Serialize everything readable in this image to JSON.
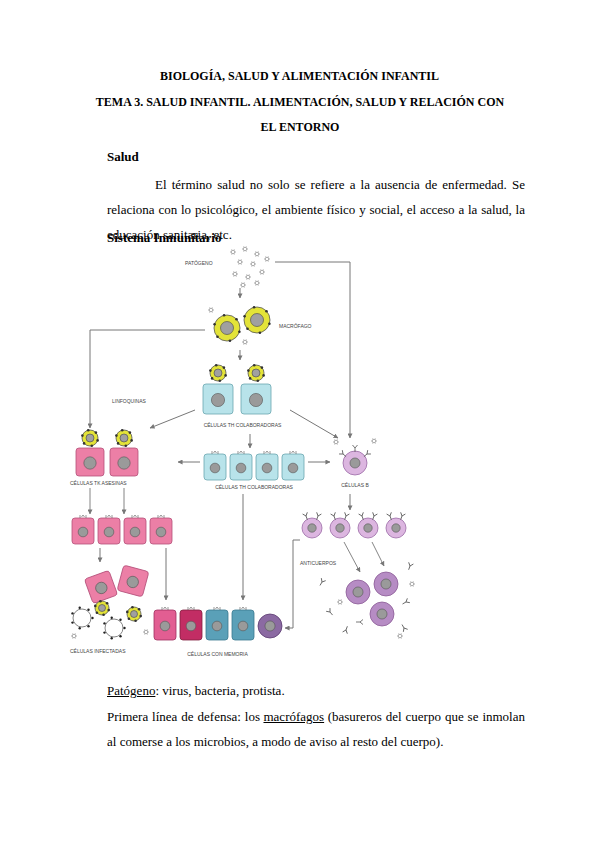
{
  "diagram": {
    "title": "BIOLOGÍA, SALUD Y ALIMENTACIÓN INFANTIL",
    "nodes": [
      {
        "text": [
          "PATÓGENO"
        ]
      },
      {
        "text": [
          "MACRÓFAGO"
        ]
      },
      {
        "text": [
          "CÉLULAS TH COLABORADORAS"
        ]
      },
      {
        "text": [
          "CÉLULAS TK ASESINAS"
        ]
      },
      {
        "text": [
          "CÉLULAS TH COLABORADORAS"
        ]
      },
      {
        "text": [
          "CÉLULAS B"
        ]
      },
      {
        "text": [
          "ANTICUERPOS"
        ]
      },
      {
        "text": [
          "CÉLULAS INFECTADAS"
        ]
      },
      {
        "text": [
          "CÉLULAS CON MEMORIA"
        ]
      }
    ],
    "edges": [
      {
        "from": 0,
        "to": 1,
        "arrow": "to"
      },
      {
        "from": 0,
        "to": 5,
        "arrow": "to"
      },
      {
        "from": 1,
        "to": 2,
        "arrow": "to"
      },
      {
        "from": 1,
        "to": 3,
        "arrow": "to"
      },
      {
        "from": 2,
        "to": 3,
        "label": "LINFOQUINAS",
        "arrow": "to"
      },
      {
        "from": 2,
        "to": 4,
        "arrow": "to"
      },
      {
        "from": 2,
        "to": 5,
        "arrow": "to"
      },
      {
        "from": 4,
        "to": 3,
        "arrow": "to"
      },
      {
        "from": 4,
        "to": 5,
        "arrow": "to"
      },
      {
        "from": 5,
        "to": 6,
        "arrow": "to"
      },
      {
        "from": 3,
        "to": 7,
        "arrow": "to"
      },
      {
        "from": 3,
        "to": 8,
        "arrow": "to"
      },
      {
        "from": 4,
        "to": 8,
        "arrow": "to"
      },
      {
        "from": 6,
        "to": 8,
        "arrow": "to"
      }
    ],
    "labels": [
      "TEMA 3. SALUD INFANTIL. ALIMENTACIÓN, SALUD Y RELACIÓN CON EL ENTORNO",
      "Salud",
      "El término salud no solo se refiere a la ausencia de enfermedad. Se relaciona con lo psicológico, el ambiente físico y social, el acceso a la salud, la educación sanitaria, etc.",
      "Sistema Inmunitario",
      "Patógeno",
      ": virus, bacteria, protista.",
      "Primera línea de defensa: los",
      "macrófagos",
      "(basureros del cuerpo que se inmolan al comerse a los microbios, a modo de aviso al resto del cuerpo)."
    ]
  }
}
